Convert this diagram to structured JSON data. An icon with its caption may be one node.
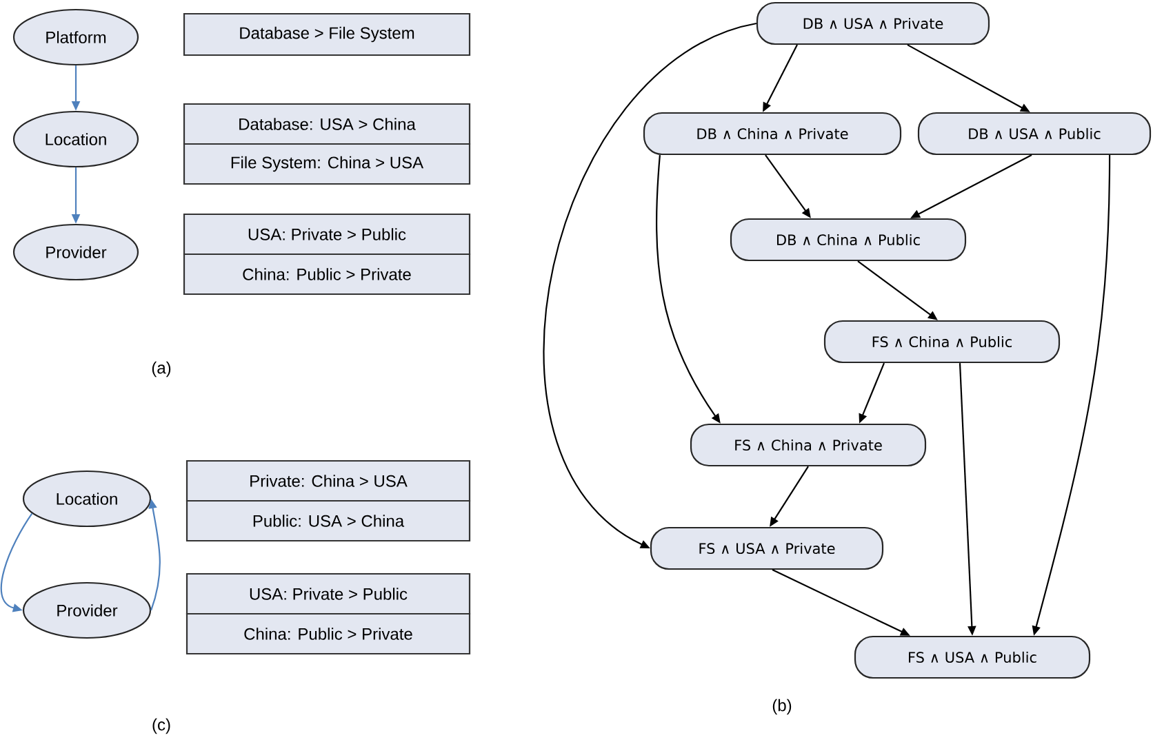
{
  "diagram": {
    "nodes": [
      {
        "text": [
          "Platform"
        ]
      },
      {
        "text": [
          "Database > File System"
        ]
      },
      {
        "text": [
          "Location"
        ]
      },
      {
        "text": [
          "Database: USA > China"
        ]
      },
      {
        "text": [
          "File System: China > USA"
        ]
      },
      {
        "text": [
          "Provider"
        ]
      },
      {
        "text": [
          "USA: Private > Public"
        ]
      },
      {
        "text": [
          "China: Public > Private"
        ]
      },
      {
        "text": [
          "Location"
        ]
      },
      {
        "text": [
          "Private: China > USA"
        ]
      },
      {
        "text": [
          "Public: USA > China"
        ]
      },
      {
        "text": [
          "Provider"
        ]
      },
      {
        "text": [
          "USA: Private > Public"
        ]
      },
      {
        "text": [
          "China: Public > Private"
        ]
      },
      {
        "text": [
          "DB ∧ USA ∧ Private"
        ]
      },
      {
        "text": [
          "DB ∧ China ∧ Private"
        ]
      },
      {
        "text": [
          "DB ∧ USA ∧ Public"
        ]
      },
      {
        "text": [
          "DB ∧ China ∧ Public"
        ]
      },
      {
        "text": [
          "FS ∧ China ∧ Public"
        ]
      },
      {
        "text": [
          "FS ∧ China ∧ Private"
        ]
      },
      {
        "text": [
          "FS ∧ USA ∧ Private"
        ]
      },
      {
        "text": [
          "FS ∧ USA ∧ Public"
        ]
      }
    ],
    "edges": [
      {
        "from": 0,
        "to": 2,
        "arrow": "to",
        "color": "#4f81bd"
      },
      {
        "from": 2,
        "to": 5,
        "arrow": "to",
        "color": "#4f81bd"
      },
      {
        "from": 8,
        "to": 11,
        "arrow": "to",
        "color": "#4f81bd"
      },
      {
        "from": 11,
        "to": 8,
        "arrow": "to",
        "color": "#4f81bd"
      },
      {
        "from": 14,
        "to": 15,
        "arrow": "to"
      },
      {
        "from": 14,
        "to": 16,
        "arrow": "to"
      },
      {
        "from": 14,
        "to": 20,
        "arrow": "to"
      },
      {
        "from": 15,
        "to": 17,
        "arrow": "to"
      },
      {
        "from": 15,
        "to": 19,
        "arrow": "to"
      },
      {
        "from": 16,
        "to": 17,
        "arrow": "to"
      },
      {
        "from": 16,
        "to": 21,
        "arrow": "to"
      },
      {
        "from": 17,
        "to": 18,
        "arrow": "to"
      },
      {
        "from": 18,
        "to": 19,
        "arrow": "to"
      },
      {
        "from": 18,
        "to": 21,
        "arrow": "to"
      },
      {
        "from": 19,
        "to": 20,
        "arrow": "to"
      },
      {
        "from": 20,
        "to": 21,
        "arrow": "to"
      }
    ],
    "labels": [
      "(a)",
      "(b)",
      "(c)"
    ]
  }
}
